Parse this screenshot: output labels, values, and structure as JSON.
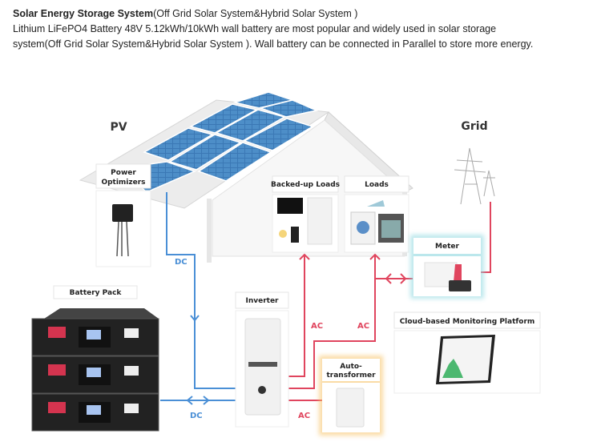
{
  "intro": {
    "title_bold": "Solar Energy Storage System",
    "title_rest": "(Off Grid Solar System&Hybrid Solar System )",
    "line2": "Lithium LiFePO4 Battery 48V 5.12kWh/10kWh wall battery are most popular and widely used in solar storage",
    "line3": "system(Off Grid Solar System&Hybrid Solar System ). Wall battery can be connected in Parallel to store more energy."
  },
  "diagram": {
    "pv_label": "PV",
    "grid_label": "Grid",
    "power_optimizers_line1": "Power",
    "power_optimizers_line2": "Optimizers",
    "backed_up_loads": "Backed-up Loads",
    "loads": "Loads",
    "meter": "Meter",
    "battery_pack": "Battery Pack",
    "inverter": "Inverter",
    "cloud_platform": "Cloud-based Monitoring Platform",
    "autotransformer_line1": "Auto-",
    "autotransformer_line2": "transformer",
    "dc_label_top": "DC",
    "dc_label_bottom": "DC",
    "ac_label_1": "AC",
    "ac_label_2": "AC",
    "ac_label_3": "AC",
    "colors": {
      "dc": "#4a8fd6",
      "ac": "#e0455e",
      "meter_glow": "#8fd8e0",
      "auto_glow": "#f7c46a"
    }
  }
}
